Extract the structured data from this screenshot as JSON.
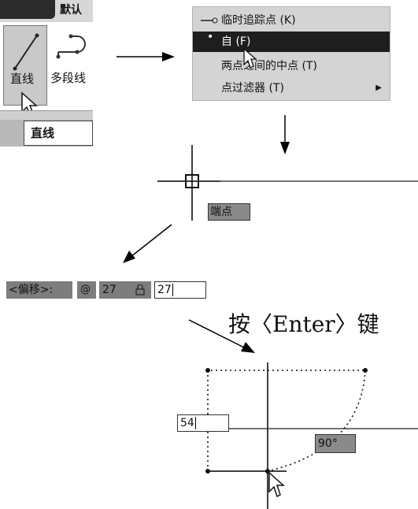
{
  "ribbon": {
    "tab_default": "默认",
    "line_tool": "直线",
    "polyline_tool": "多段线",
    "tooltip": "直线"
  },
  "menu": {
    "items": [
      {
        "label": "临时追踪点 (K)",
        "icon": "tracking-point-icon"
      },
      {
        "label": "自 (F)",
        "icon": "from-icon",
        "selected": true
      },
      {
        "label": "两点之间的中点 (T)"
      },
      {
        "label": "点过滤器 (T)",
        "has_submenu": true
      }
    ]
  },
  "snap_tooltip": "端点",
  "offset_input": {
    "prompt": "<偏移>:",
    "at_symbol": "@",
    "distance": "27",
    "lock_icon": "lock-icon",
    "input_value": "27"
  },
  "caption": "按〈Enter〉键",
  "length_input": "54",
  "angle_tooltip": "90°",
  "colors": {
    "highlight": "#1e1e1e",
    "menu_bg": "#d4d4d4",
    "tip_bg": "#8a8a8a"
  }
}
